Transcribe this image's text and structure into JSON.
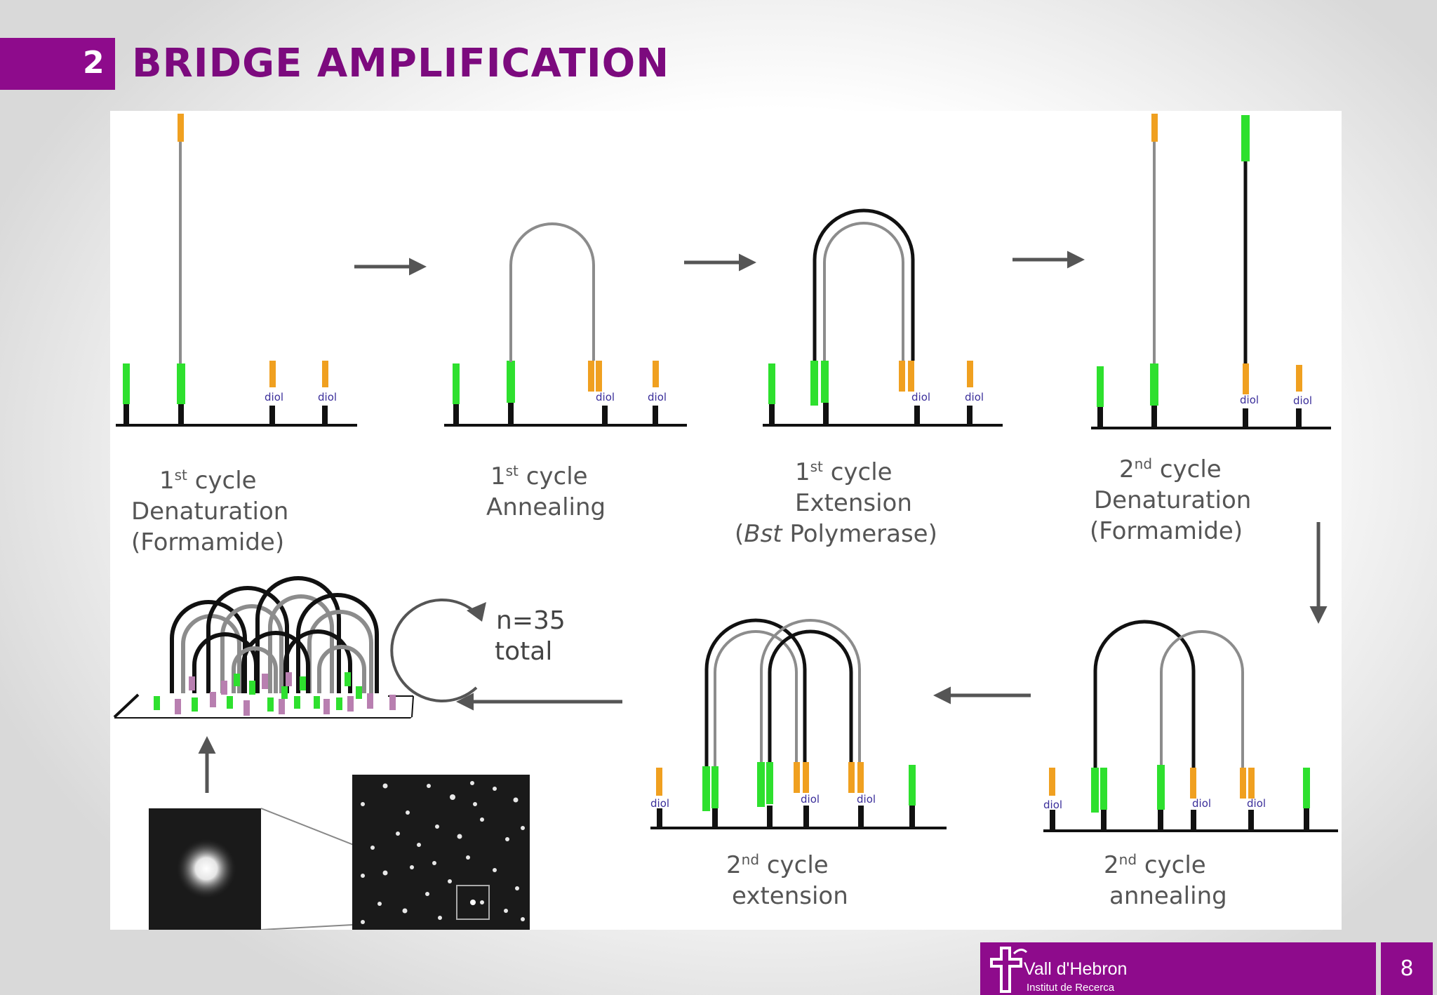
{
  "slide": {
    "section_number": "2",
    "title": "BRIDGE AMPLIFICATION",
    "page_number": "8"
  },
  "diagram": {
    "diol_label": "diol",
    "stages": [
      {
        "ordinal": "1",
        "suffix": "st",
        "word": "cycle",
        "line2": "Denaturation",
        "line3": "(Formamide)"
      },
      {
        "ordinal": "1",
        "suffix": "st",
        "word": "cycle",
        "line2": "Annealing"
      },
      {
        "ordinal": "1",
        "suffix": "st",
        "word": "cycle",
        "line2": "Extension",
        "line3_open": "(",
        "line3_italic": "Bst",
        "line3_rest": " Polymerase)"
      },
      {
        "ordinal": "2",
        "suffix": "nd",
        "word": "cycle",
        "line2": "Denaturation",
        "line3": "(Formamide)"
      },
      {
        "ordinal": "2",
        "suffix": "nd",
        "word": "cycle",
        "line2": "annealing"
      },
      {
        "ordinal": "2",
        "suffix": "nd",
        "word": "cycle",
        "line2": "extension"
      }
    ],
    "repeat": {
      "line1": "n=35",
      "line2": "total"
    }
  },
  "footer": {
    "logo_name": "Vall d'Hebron",
    "logo_subtitle": "Institut de Recerca"
  },
  "colors": {
    "brand": "#8e0b8c",
    "title": "#7c0a7e",
    "green": "#2ee02e",
    "orange": "#f0a020",
    "purple_label": "#3a2e9a",
    "grey_strand": "#8c8c8c"
  }
}
